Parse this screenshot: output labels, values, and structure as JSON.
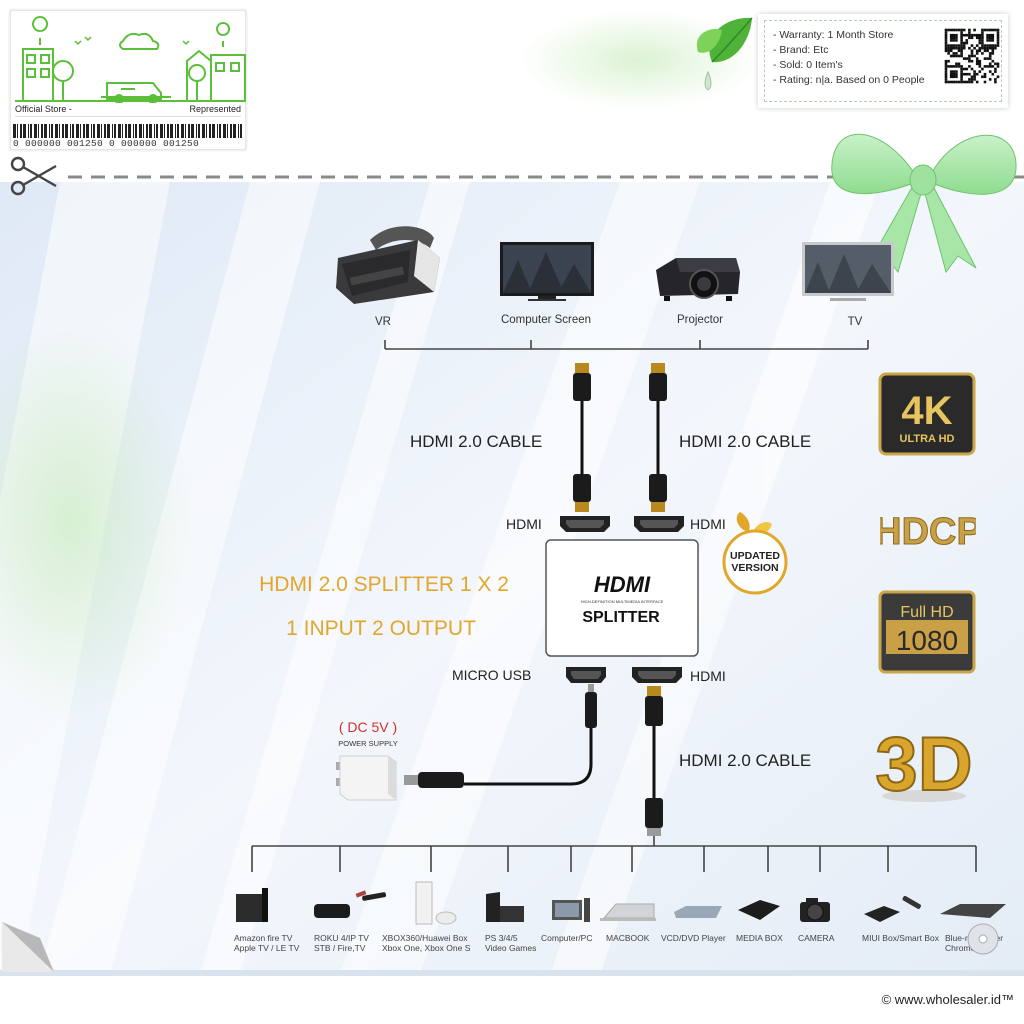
{
  "store": {
    "official": "Official Store -",
    "represented": "Represented",
    "barcode_digits": "0 000000 001250 0   000000 001250"
  },
  "info": {
    "warranty": "- Warranty: 1 Month Store",
    "brand": "- Brand: Etc",
    "sold": "- Sold: 0 Item's",
    "rating": "- Rating: n|a. Based on 0 People"
  },
  "devices": {
    "vr": "VR",
    "computer_screen": "Computer Screen",
    "projector": "Projector",
    "tv": "TV"
  },
  "cable_labels": {
    "left": "HDMI 2.0 CABLE",
    "right": "HDMI 2.0 CABLE",
    "bottom": "HDMI 2.0 CABLE"
  },
  "ports": {
    "hdmi_left": "HDMI",
    "hdmi_right": "HDMI",
    "micro_usb": "MICRO USB",
    "hdmi_in": "HDMI"
  },
  "splitter": {
    "logo": "HDMI",
    "tagline": "HIGH-DEFINITION  MULTIMEDIA  INTERFACE",
    "label": "SPLITTER"
  },
  "badge": {
    "line1": "UPDATED",
    "line2": "VERSION"
  },
  "headline": {
    "line1": "HDMI 2.0 SPLITTER 1 X 2",
    "line2": "1 INPUT 2 OUTPUT"
  },
  "power": {
    "voltage": "( DC 5V )",
    "label": "POWER SUPPLY"
  },
  "features": {
    "k4": "4K",
    "ultra": "ULTRA HD",
    "hdcp": "HDCP",
    "full_hd": "Full HD",
    "p1080": "1080",
    "three_d": "3D"
  },
  "categories": [
    {
      "line1": "Amazon fire TV",
      "line2": "Apple TV / LE TV"
    },
    {
      "line1": "ROKU 4/IP TV",
      "line2": "STB / Fire,TV"
    },
    {
      "line1": "XBOX360/Huawei Box",
      "line2": "Xbox One, Xbox One S"
    },
    {
      "line1": "PS 3/4/5",
      "line2": "Video Games"
    },
    {
      "line1": "Computer/PC",
      "line2": ""
    },
    {
      "line1": "MACBOOK",
      "line2": ""
    },
    {
      "line1": "VCD/DVD Player",
      "line2": ""
    },
    {
      "line1": "MEDIA BOX",
      "line2": ""
    },
    {
      "line1": "CAMERA",
      "line2": ""
    },
    {
      "line1": "MIUI Box/Smart Box",
      "line2": ""
    },
    {
      "line1": "Blue-ray Player",
      "line2": "Chromecast"
    }
  ],
  "copyright": "© www.wholesaler.id™",
  "colors": {
    "accent_gold": "#e3a62c",
    "brand_green": "#5bbf3a",
    "dashed_line": "#8a8a8a"
  }
}
